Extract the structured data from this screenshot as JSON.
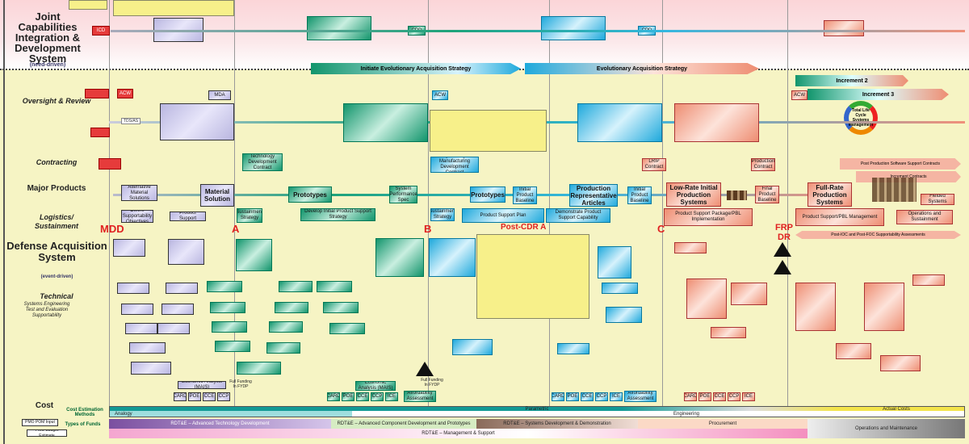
{
  "side_labels": {
    "jcids": "Joint Capabilities Integration & Development System",
    "jcids_sub": "(need-driven)",
    "oversight": "Oversight & Review",
    "contracting": "Contracting",
    "major_products": "Major Products",
    "logistics": "Logistics/ Sustainment",
    "das": "Defense Acquisition System",
    "das_sub": "(event-driven)",
    "technical": "Technical",
    "technical_sub": "Systems Engineering Test and Evaluation Supportability",
    "cost": "Cost",
    "cost_methods": "Cost Estimation Methods",
    "types_funds": "Types of Funds",
    "pom": "PMO POM Input",
    "budget": "PMO Budget Estimate"
  },
  "jcids_nodes": {
    "icd": "ICD",
    "cdd": "CDD",
    "cpd": "CPD"
  },
  "milestones": {
    "mdd": "MDD",
    "a": "A",
    "b": "B",
    "post_cdr": "Post-CDR A",
    "c": "C",
    "frp": "FRP DR"
  },
  "strategy": {
    "initiate": "Initiate Evolutionary Acquisition Strategy",
    "evolutionary": "Evolutionary Acquisition Strategy",
    "inc2": "Increment 2",
    "inc3": "Increment 3",
    "tlcsm": "Total Life Cycle Systems Management"
  },
  "oversight": {
    "acw": "ACW",
    "mda": "MDA",
    "tdsl": "TDS/AS"
  },
  "contracting": {
    "tdc": "Technology Development Contract",
    "emd": "Engineering & Manufacturing Development Contract",
    "lrip": "LRIP Contract",
    "prod": "Production Contract",
    "ppsc": "Post Production Software Support Contracts",
    "incc": "Increment Contracts"
  },
  "products": {
    "ams": "Alternative Material Solutions",
    "ms": "Material Solution",
    "proto1": "Prototypes",
    "spr": "System Performance Spec",
    "proto2": "Prototypes",
    "ipb": "Initial Product Baseline",
    "pra": "Production Representative Articles",
    "lrip": "Low-Rate Initial Production Systems",
    "fpb": "Final Product Baseline",
    "frp": "Full-Rate Production Systems",
    "fielded": "Fielded Systems"
  },
  "logistics": {
    "dsr": "Define Supportability Objectives",
    "epsc": "Evaluate Product Support Capabilities",
    "ssp": "Sustainment Strategy",
    "dips": "Develop Initial Product Support Strategy",
    "psp": "Product Support Plan",
    "dpsc": "Demonstrate Product Support Capability",
    "psi": "Product Support Package/PBL Implementation",
    "psm": "Product Support/PBL Management",
    "ops": "Operations and Sustainment",
    "ios": "Post-IOC and Post-FOC Supportability Assessments"
  },
  "cost": {
    "ea1": "Economic Analysis (MAIS)",
    "cards": [
      "CARD",
      "POE",
      "CCE",
      "CCP"
    ],
    "ea2": "Economic Analysis (MAIS)",
    "cards2": [
      "CARD",
      "POE",
      "CCE",
      "CCP",
      "ICE"
    ],
    "aa": "Affordability Assessment",
    "ff1": "Full Funding In FYDP",
    "ff2": "Full Funding In FYDP"
  },
  "cost_methods": {
    "analogy": "Analogy",
    "parametric": "Parametric",
    "engineering": "Engineering",
    "actual": "Actual Costs"
  },
  "funds": {
    "atd": "RDT&E – Advanced Technology Development",
    "acd": "RDT&E – Advanced Component Development and Prototypes",
    "sdd": "RDT&E – Systems Development & Demonstration",
    "proc": "Procurement",
    "om": "Operations and Maintenance",
    "ms": "RDT&E – Management & Support"
  },
  "colors": {
    "msa": "#b9b6e0",
    "td": "#12956c",
    "emd": "#1fa9dc",
    "pd": "#ee8d72",
    "milestone": "#e02020"
  }
}
